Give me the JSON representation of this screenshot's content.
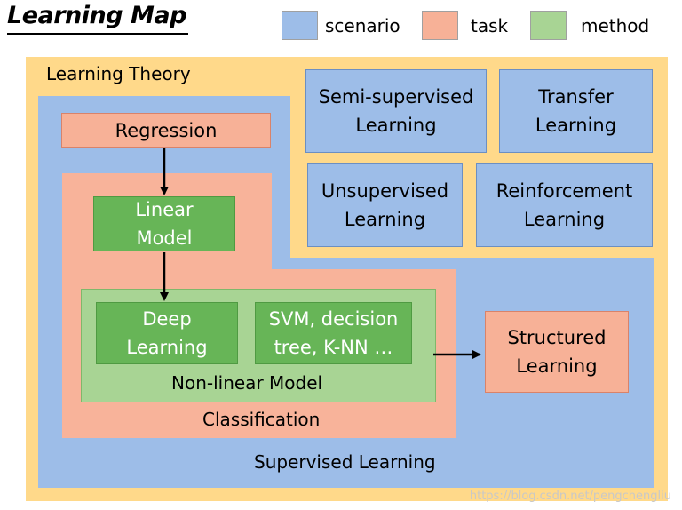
{
  "title": "Learning Map",
  "legend": [
    {
      "label": "scenario",
      "color": "#9dbde8"
    },
    {
      "label": "task",
      "color": "#f7b197"
    },
    {
      "label": "method",
      "color": "#a8d494"
    }
  ],
  "regions": {
    "learning_theory": "Learning Theory",
    "supervised_learning": "Supervised Learning",
    "classification": "Classification",
    "non_linear_model": "Non-linear Model"
  },
  "scenarios": {
    "semi_supervised": [
      "Semi-supervised",
      "Learning"
    ],
    "transfer": [
      "Transfer",
      "Learning"
    ],
    "unsupervised": [
      "Unsupervised",
      "Learning"
    ],
    "reinforcement": [
      "Reinforcement",
      "Learning"
    ]
  },
  "tasks": {
    "regression": "Regression",
    "structured": [
      "Structured",
      "Learning"
    ]
  },
  "methods": {
    "linear_model": [
      "Linear",
      "Model"
    ],
    "deep_learning": [
      "Deep",
      "Learning"
    ],
    "svm": [
      "SVM, decision",
      "tree, K-NN …"
    ]
  },
  "watermark": "https://blog.csdn.net/pengchengliu"
}
